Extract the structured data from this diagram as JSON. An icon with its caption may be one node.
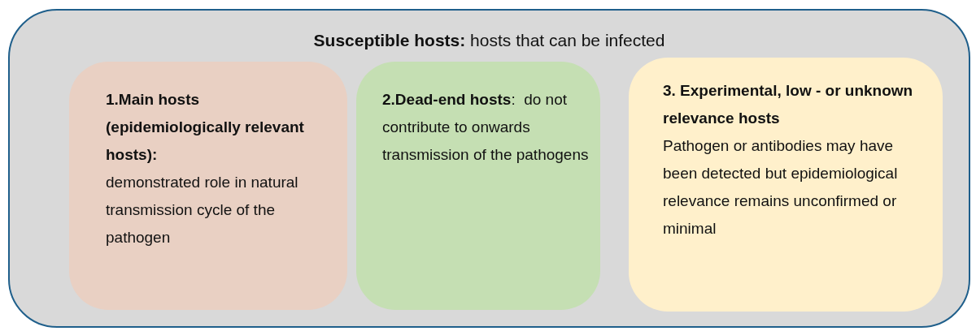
{
  "diagram": {
    "nodes": [
      {
        "text": [
          "**Susceptible hosts:** hosts that can be infected"
        ]
      },
      {
        "text": [
          "1.Main hosts (epidemiologically relevant hosts):",
          "demonstrated role in natural transmission cycle of the pathogen"
        ],
        "in": 0
      },
      {
        "text": [
          "**2.Dead-end hosts**:  do not contribute to onwards transmission of the pathogens"
        ],
        "in": 0
      },
      {
        "text": [
          "3. Experimental, low - or unknown relevance hosts",
          "Pathogen or antibodies may have been detected but epidemiological relevance remains unconfirmed or minimal"
        ],
        "in": 0
      }
    ]
  }
}
